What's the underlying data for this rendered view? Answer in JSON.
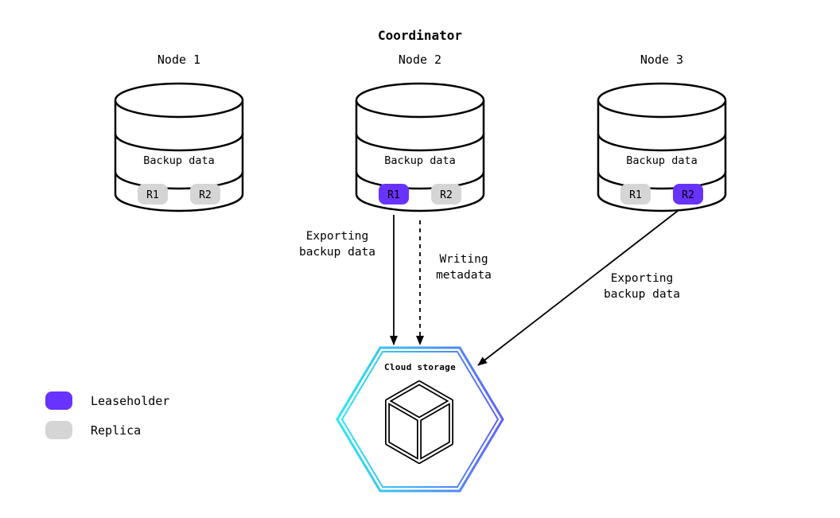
{
  "title": "Coordinator",
  "nodes": [
    {
      "label": "Node 1",
      "body": "Backup data",
      "replicas": [
        {
          "label": "R1",
          "color": "#d5d5d5",
          "text_color": "#1a1a1a"
        },
        {
          "label": "R2",
          "color": "#d5d5d5",
          "text_color": "#1a1a1a"
        }
      ]
    },
    {
      "label": "Node 2",
      "body": "Backup data",
      "replicas": [
        {
          "label": "R1",
          "color": "#6933FF",
          "text_color": "#ffffff"
        },
        {
          "label": "R2",
          "color": "#d5d5d5",
          "text_color": "#1a1a1a"
        }
      ]
    },
    {
      "label": "Node 3",
      "body": "Backup data",
      "replicas": [
        {
          "label": "R1",
          "color": "#d5d5d5",
          "text_color": "#1a1a1a"
        },
        {
          "label": "R2",
          "color": "#6933FF",
          "text_color": "#ffffff"
        }
      ]
    }
  ],
  "arrows": {
    "export_left": {
      "line1": "Exporting",
      "line2": "backup data"
    },
    "metadata": {
      "line1": "Writing",
      "line2": "metadata"
    },
    "export_right": {
      "line1": "Exporting",
      "line2": "backup data"
    }
  },
  "cloud_storage": {
    "label": "Cloud storage"
  },
  "legend": {
    "leaseholder_label": "Leaseholder",
    "replica_label": "Replica"
  },
  "colors": {
    "leaseholder": "#6933FF",
    "replica": "#d5d5d5",
    "arrow": "#000000",
    "hex_gradient_start": "#2BE8F0",
    "hex_gradient_end": "#5F62F6"
  }
}
